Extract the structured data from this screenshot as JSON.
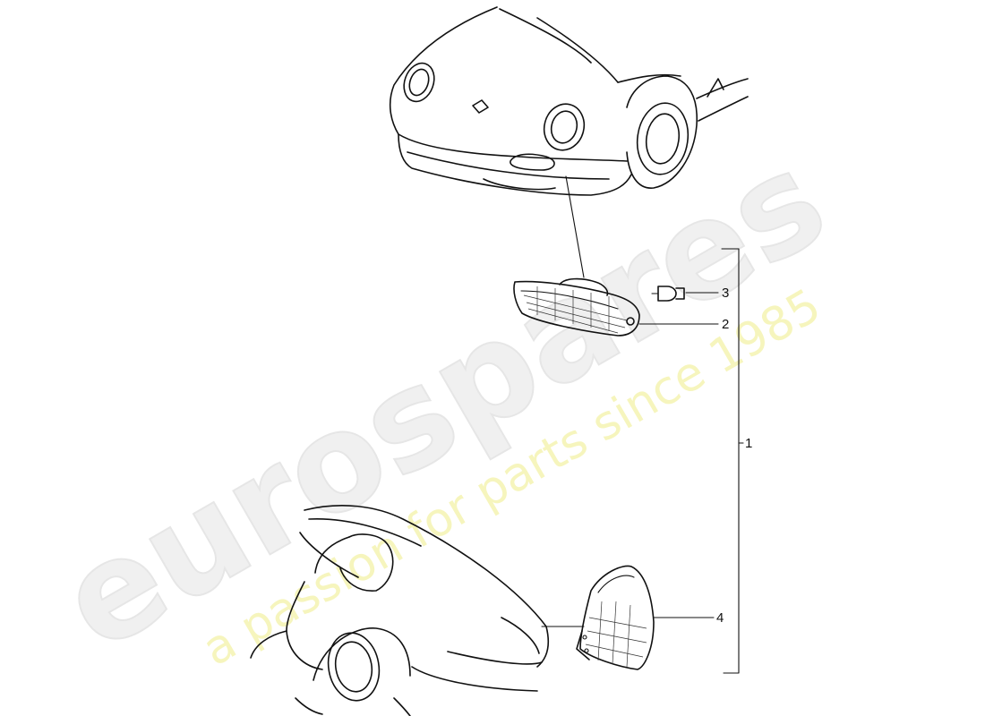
{
  "diagram": {
    "callouts": [
      {
        "id": "1",
        "label": "1"
      },
      {
        "id": "2",
        "label": "2"
      },
      {
        "id": "3",
        "label": "3"
      },
      {
        "id": "4",
        "label": "4"
      }
    ]
  },
  "watermark": {
    "brand": "eurospares",
    "tagline": "a passion for parts since 1985",
    "colors": {
      "brand": "#eeeeee",
      "tagline": "#f3f2a8"
    }
  }
}
